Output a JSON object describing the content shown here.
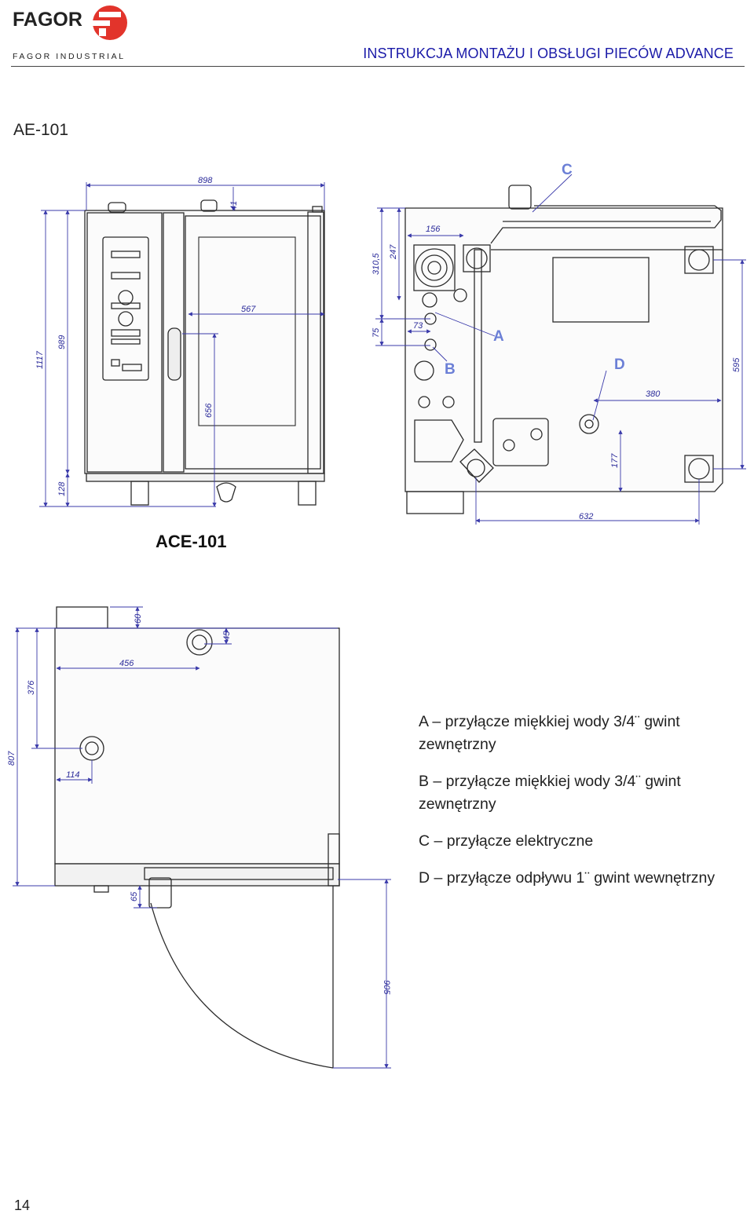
{
  "header": {
    "logo_text": "FAGOR",
    "logo_subtext": "FAGOR INDUSTRIAL",
    "title": "INSTRUKCJA MONTAŻU I OBSŁUGI PIECÓW ADVANCE"
  },
  "model_code": "AE-101",
  "drawing": {
    "model_label": "ACE-101",
    "dimensions_front": {
      "width": "898",
      "top": "41",
      "height": "1117",
      "body_height": "989",
      "legs": "128",
      "door_inner": "567",
      "handle_height": "656"
    },
    "dimensions_rear": {
      "top_offset": "156",
      "h1": "310,5",
      "h2": "247",
      "h3": "75",
      "gap": "73",
      "drain_offset": "380",
      "right_height": "595",
      "drain_height": "177",
      "bottom_width": "632"
    },
    "dimensions_top": {
      "top_box": "60",
      "conn_offset": "45",
      "width_456": "456",
      "left_376": "376",
      "height_807": "807",
      "conn_114": "114",
      "door_65": "65",
      "door_swing": "905"
    },
    "letters": {
      "a": "A",
      "b": "B",
      "c": "C",
      "d": "D"
    }
  },
  "legend": [
    {
      "text": "A – przyłącze miękkiej wody 3/4¨ gwint zewnętrzny"
    },
    {
      "text": "B – przyłącze miękkiej wody 3/4¨ gwint zewnętrzny"
    },
    {
      "text": "C – przyłącze elektryczne"
    },
    {
      "text": "D – przyłącze odpływu 1¨ gwint wewnętrzny"
    }
  ],
  "page_number": "14",
  "colors": {
    "logo_red": "#e2342b",
    "dim_blue": "#2a2a9a",
    "header_blue": "#1a1aa8",
    "drawing_line": "#2b2b2b"
  }
}
